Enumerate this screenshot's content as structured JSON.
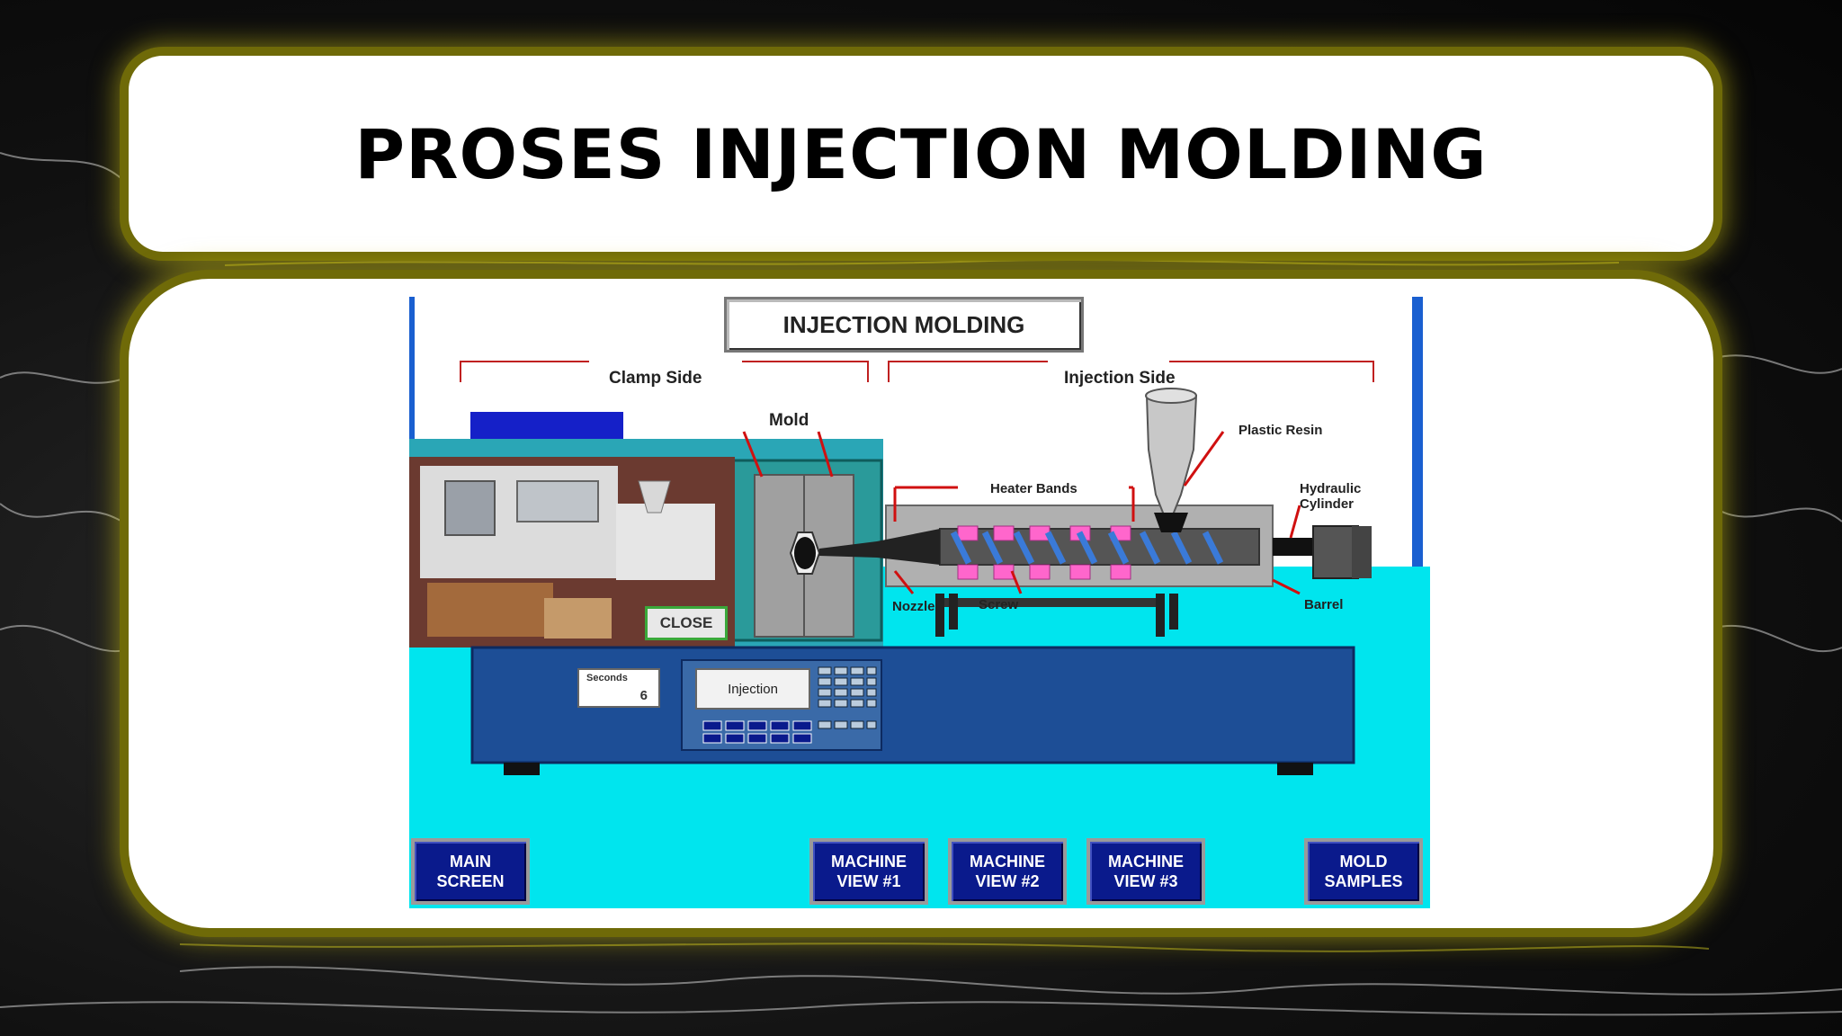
{
  "slide": {
    "title": "PROSES INJECTION MOLDING"
  },
  "hmi": {
    "title": "INJECTION MOLDING",
    "labels": {
      "clamp_side": "Clamp Side",
      "injection_side": "Injection Side",
      "mold": "Mold",
      "plastic_resin": "Plastic Resin",
      "heater_bands": "Heater Bands",
      "hydraulic_cylinder": "Hydraulic\nCylinder",
      "nozzle": "Nozzle",
      "screw": "Screw",
      "barrel": "Barrel"
    },
    "close_label": "CLOSE",
    "seconds_label": "Seconds",
    "seconds_value": "6",
    "display_text": "Injection",
    "nav": {
      "main_screen": "MAIN\nSCREEN",
      "machine_view_1": "MACHINE\nVIEW #1",
      "machine_view_2": "MACHINE\nVIEW #2",
      "machine_view_3": "MACHINE\nVIEW #3",
      "mold_samples": "MOLD\nSAMPLES"
    },
    "colors": {
      "floor": "#00e5ee",
      "machine": "#1d4e96",
      "nav_button": "#0a1a8c",
      "heater": "#ff66cc",
      "arrow": "#d01010"
    }
  }
}
